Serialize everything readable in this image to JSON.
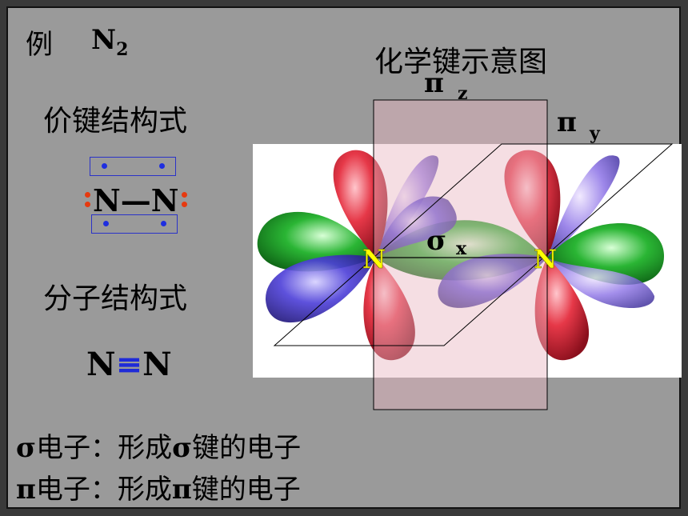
{
  "slide": {
    "example_label": "例",
    "molecule_symbol": "N",
    "molecule_subscript": "2",
    "valence_heading": "价键结构式",
    "molecular_heading": "分子结构式",
    "diagram_title": "化学键示意图"
  },
  "lewis": {
    "line": "N—N"
  },
  "triple": {
    "left": "N",
    "bond": "≡",
    "right": "N"
  },
  "orbital_labels": {
    "pi": "π",
    "z": "z",
    "y": "y",
    "sigma": "σ",
    "x": "x",
    "atom_left": "N",
    "atom_right": "N"
  },
  "notes": {
    "sigma_symbol": "σ",
    "sigma_text_a": "电子：形成",
    "sigma_text_b": "键的电子",
    "pi_symbol": "π",
    "pi_text_a": "电子：形成",
    "pi_text_b": "键的电子"
  },
  "colors": {
    "bond_blue": "#1f2bd8",
    "lone_pair_red": "#e63a10",
    "atom_yellow": "#ffff00",
    "orbital_red": "#e0303c",
    "orbital_green": "#22a02a",
    "orbital_blue": "#3a30c8",
    "pi_z_plane": "#e8b6c0"
  }
}
